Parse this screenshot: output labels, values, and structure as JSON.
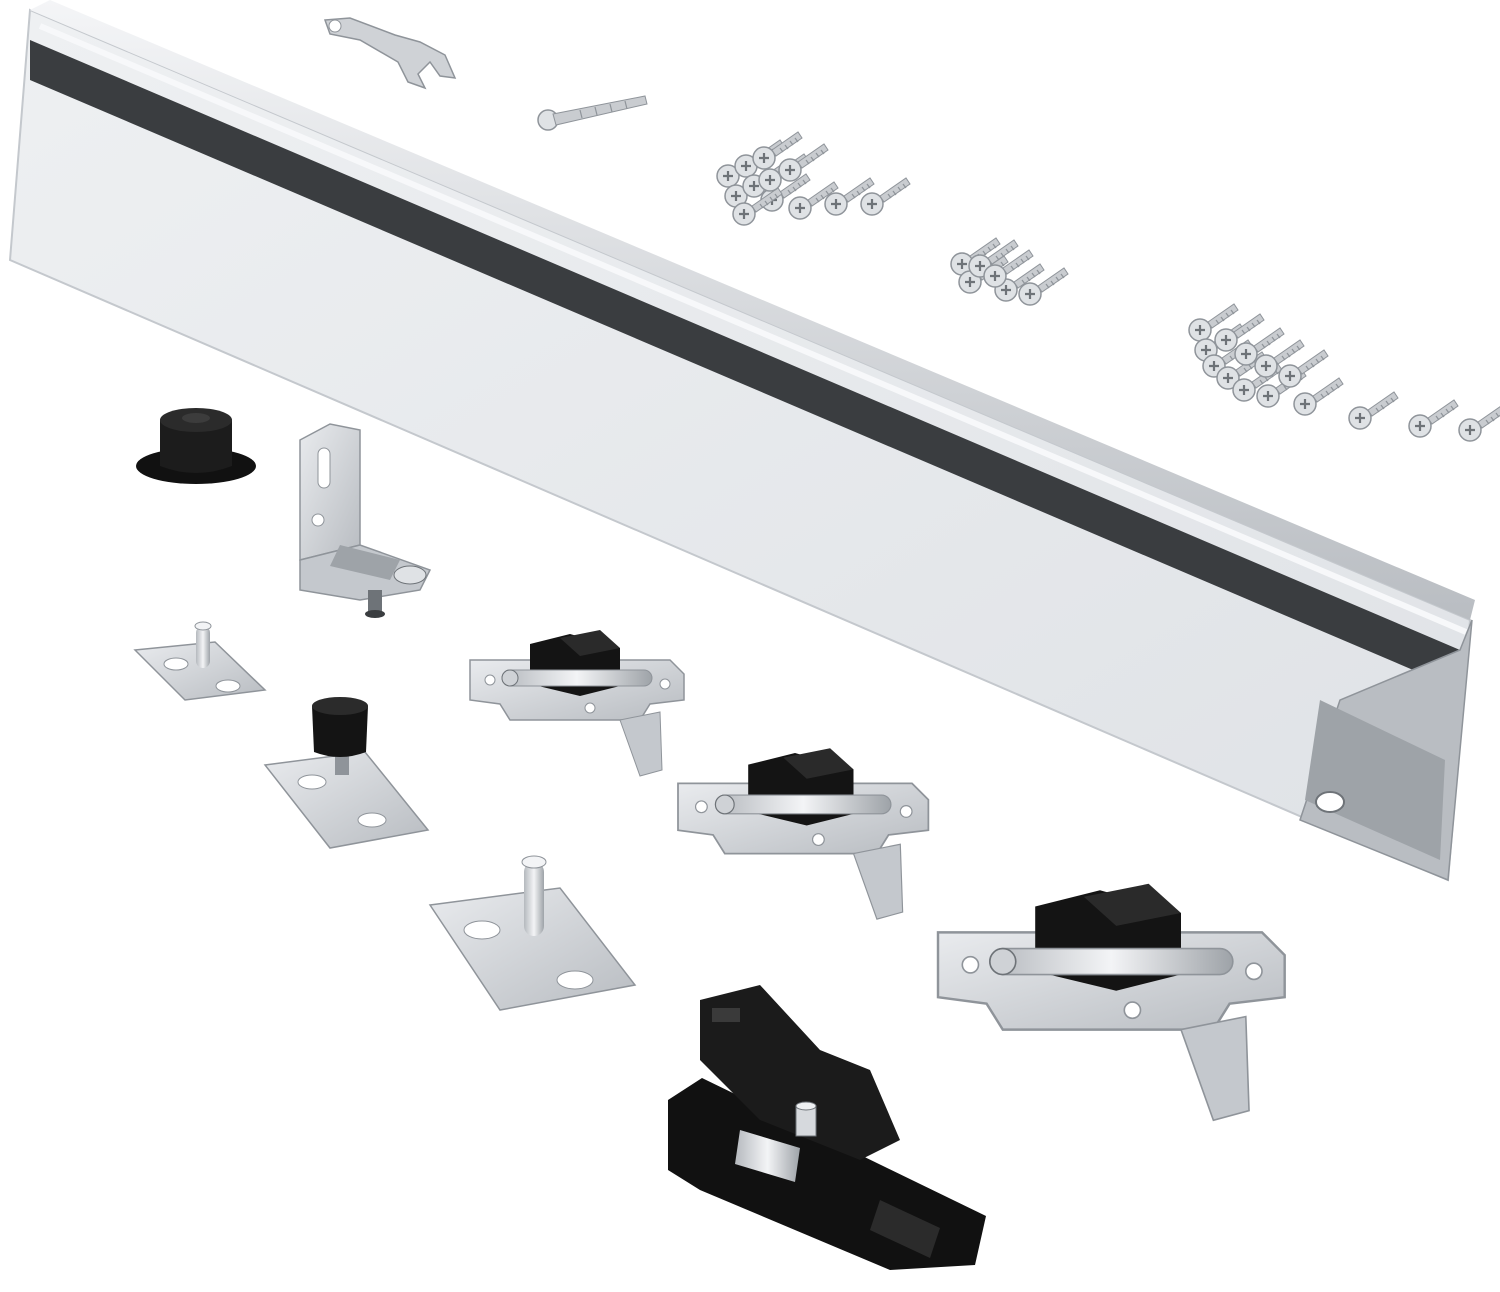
{
  "scene": {
    "subject": "bifold-door-hardware-kit",
    "background": "#ffffff",
    "colors": {
      "aluminum_light": "#e6e8eb",
      "aluminum_mid": "#c4c8cd",
      "aluminum_dark": "#8f949a",
      "track_groove": "#3a3d40",
      "black_plastic": "#111111",
      "steel": "#d0d3d7"
    },
    "parts": [
      {
        "id": "track-rail",
        "kind": "aluminum-track",
        "count": 1
      },
      {
        "id": "wrench",
        "kind": "adjustment-wrench",
        "count": 1
      },
      {
        "id": "long-screw",
        "kind": "screw",
        "count": 1
      },
      {
        "id": "screw-group-small",
        "kind": "screw",
        "count": 12
      },
      {
        "id": "screw-group-medium",
        "kind": "screw",
        "count": 6
      },
      {
        "id": "screw-group-large",
        "kind": "screw",
        "count": 14
      },
      {
        "id": "top-pivot-guide",
        "kind": "black-pivot-guide",
        "count": 1
      },
      {
        "id": "pivot-bracket",
        "kind": "l-bracket-with-pivot",
        "count": 1
      },
      {
        "id": "floor-pivot-plate-small",
        "kind": "pivot-plate",
        "count": 1
      },
      {
        "id": "bottom-pivot-with-guide",
        "kind": "pivot-plate-with-guide",
        "count": 1
      },
      {
        "id": "floor-pivot-plate-large",
        "kind": "pivot-plate",
        "count": 1
      },
      {
        "id": "hinge",
        "kind": "door-hinge",
        "count": 3
      },
      {
        "id": "roller-carrier",
        "kind": "black-roller-carrier",
        "count": 1
      }
    ]
  }
}
